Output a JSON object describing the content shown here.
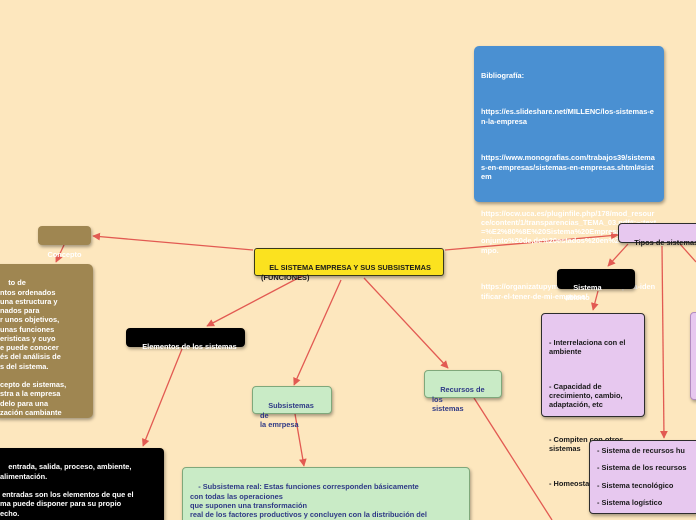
{
  "bibliografia": {
    "lines": [
      "Bibliografía:",
      "https://es.slideshare.net/MILLENC/los-sistemas-en-la-empresa",
      "https://www.monografias.com/trabajos39/sistemas-en-empresas/sistemas-en-empresas.shtml#sistem",
      "https://ocw.uca.es/pluginfile.php/178/mod_resource/content/1/transparencias_TEMA_03.pdf#:~:text=%E2%80%8E%20Sistema%20Empresa%3A%20Conjunto%20de,de%20estados%20en%20el%20tiempo.",
      "https://organizatupyme.com/5-recursos-para-identificar-el-tener-de-mi-empresa/"
    ]
  },
  "central": {
    "label": "EL SISTEMA EMPRESA Y SUS SUBSISTEMAS (FUNCIONES)"
  },
  "concepto": {
    "title": "Concepto",
    "body": "to de\nntos ordenados\nuna estructura y\nnados para\nr unos objetivos,\nunas funciones\neristicas y cuyo\ne puede conocer\nés del análisis de\ns del sistema.\n\ncepto de sistemas,\nstra a la empresa\ndelo para una\nzación cambiante\na de operar con\nen un medio dinámico."
  },
  "elementos": {
    "title": "Elementos de los sistemas",
    "body": "entrada, salida, proceso, ambiente,\nalimentación.\n\n entradas son los elementos de que el\nma puede disponer para su propio\necho.\n\n salidas son los objetivos resueltos del"
  },
  "subsistemas": {
    "title": "Subsistemas de\nla emrpesa",
    "body": "- Subsistema real: Estas funciones corresponden básicamente\ncon todas las operaciones\nque suponen una transformación\nreal de los factores productivos y concluyen con la distribución del\nproducto y el servicio post-venta de la empresa."
  },
  "recursos": {
    "title": "Recursos de los\nsistemas"
  },
  "tipos": {
    "title": "Tipos de sistemas"
  },
  "abierto": {
    "title": "Sistema abierto",
    "items": [
      "- Interrelaciona con el ambiente",
      "- Capacidad de crecimiento, cambio, adaptación, etc",
      "- Compiten con otros sistemas",
      "- Homeostasia"
    ]
  },
  "subsistemas_lista": {
    "items": [
      "- Sistema de recursos hu",
      "- Sistema de los recursos",
      "- Sistema tecnológico",
      "- Sistema logístico"
    ]
  },
  "colors": {
    "background": "#fde7be",
    "connector": "#e25a52",
    "central": "#fbe21f",
    "bibliography": "#4a90d2",
    "concept": "#9f8651",
    "black": "#000000",
    "green": "#c9ebc6",
    "purple": "#e7c8ef"
  }
}
